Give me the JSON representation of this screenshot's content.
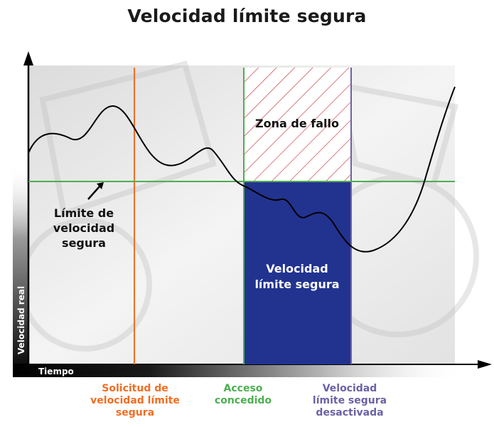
{
  "title": "Velocidad límite segura",
  "axes": {
    "y_label": "Velocidad real",
    "x_label": "Tiempo"
  },
  "labels": {
    "limit_line": [
      "Límite de",
      "velocidad",
      "segura"
    ],
    "failure_zone": "Zona de fallo",
    "safe_zone": [
      "Velocidad",
      "límite segura"
    ]
  },
  "events": {
    "request": [
      "Solicitud de",
      "velocidad límite",
      "segura"
    ],
    "access": [
      "Acceso",
      "concedido"
    ],
    "deactivated": [
      "Velocidad",
      "límite segura",
      "desactivada"
    ]
  },
  "colors": {
    "request_line": "#f26d21",
    "access_line": "#4caf50",
    "limit_line": "#4caf50",
    "deactivated_line": "#6b62a6",
    "safe_zone_fill": "#22338f",
    "hatch": "#c8323c",
    "curve": "#000000"
  }
}
